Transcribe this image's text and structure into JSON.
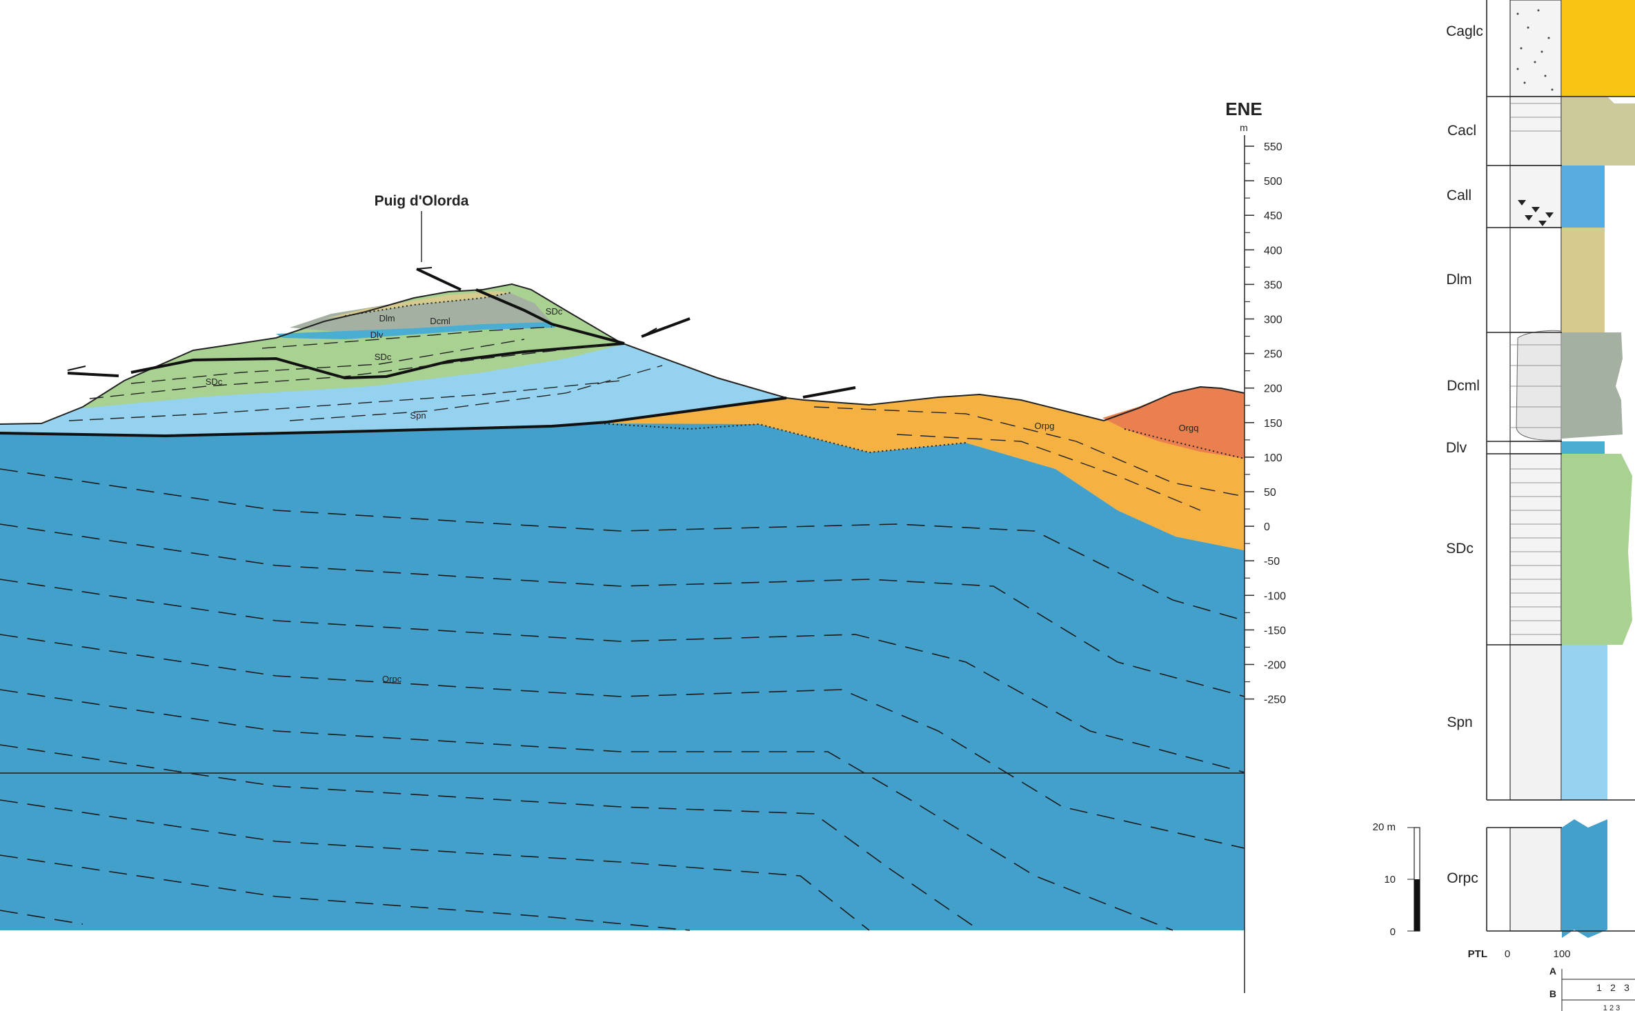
{
  "section": {
    "orientation": "ENE",
    "units": "m",
    "peak_name": "Puig d'Olorda",
    "elevation_ticks": [
      "550",
      "500",
      "450",
      "400",
      "350",
      "300",
      "250",
      "200",
      "150",
      "100",
      "50",
      "0",
      "-50",
      "-100",
      "-150",
      "-200",
      "-250"
    ],
    "unit_labels": {
      "dlm": "Dlm",
      "dcml": "Dcml",
      "dlv": "Dlv",
      "sdc_right": "SDc",
      "sdc_left": "SDc",
      "sdc_mid": "SDc",
      "spn": "Spn",
      "orpg": "Orpg",
      "orgq": "Orgq",
      "orpc": "Orpc"
    }
  },
  "column": {
    "units": [
      "Caglc",
      "Cacl",
      "Call",
      "Dlm",
      "Dcml",
      "Dlv",
      "SDc",
      "Spn",
      "Orpc"
    ],
    "scale_bar": {
      "top_label": "20 m",
      "mid_label": "10",
      "bottom_label": "0"
    },
    "ptl": {
      "label": "PTL",
      "min": "0",
      "max": "100"
    },
    "grain_scale": {
      "row_a": "A",
      "row_b": "B",
      "a_ticks": [
        "1",
        "2",
        "3"
      ],
      "b_ticks": "1 2 3"
    }
  },
  "colors": {
    "orpc": "#43a0cb",
    "spn": "#95d2ef",
    "sdc": "#a8d192",
    "dcml": "#a4b1a2",
    "dlm": "#d7ca8e",
    "dlv": "#4aaed3",
    "orpg": "#f5b142",
    "orgq": "#ea7f4f",
    "caglc": "#f9c413",
    "cacl": "#ccc99a",
    "call": "#59ace0"
  }
}
